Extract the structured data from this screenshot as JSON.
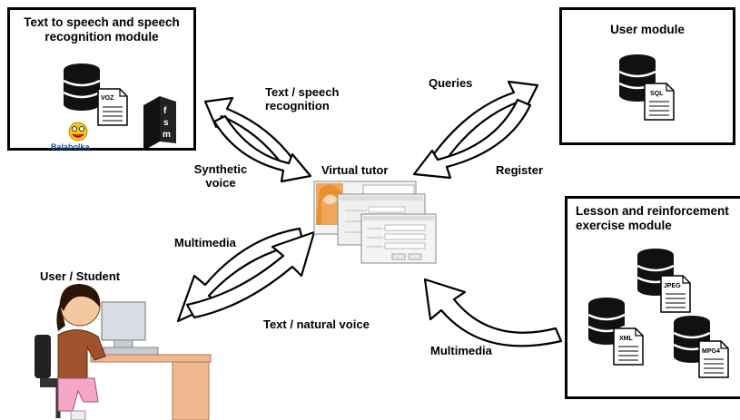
{
  "tts_module": {
    "title": "Text to speech and speech recognition module",
    "file_tag": "VOZ",
    "fsm_letters": [
      "f",
      "s",
      "m"
    ],
    "logo_text": "Balabolka"
  },
  "user_module": {
    "title": "User module",
    "file_tag": "SQL"
  },
  "lesson_module": {
    "title": "Lesson and reinforcement exercise module",
    "file_tags": [
      "JPEG",
      "XML",
      "MPG4"
    ]
  },
  "center": {
    "title": "Virtual tutor"
  },
  "student": {
    "title": "User / Student"
  },
  "labels": {
    "text_speech_recognition": "Text / speech recognition",
    "synthetic_voice": "Synthetic voice",
    "queries": "Queries",
    "register": "Register",
    "multimedia_left": "Multimedia",
    "text_natural_voice": "Text / natural voice",
    "multimedia_right": "Multimedia"
  },
  "colors": {
    "border": "#000000",
    "db": "#111111",
    "screen_accent": "#f2a65a",
    "skin": "#f4c9a0",
    "shirt": "#a0522d",
    "desk": "#f0b890"
  }
}
